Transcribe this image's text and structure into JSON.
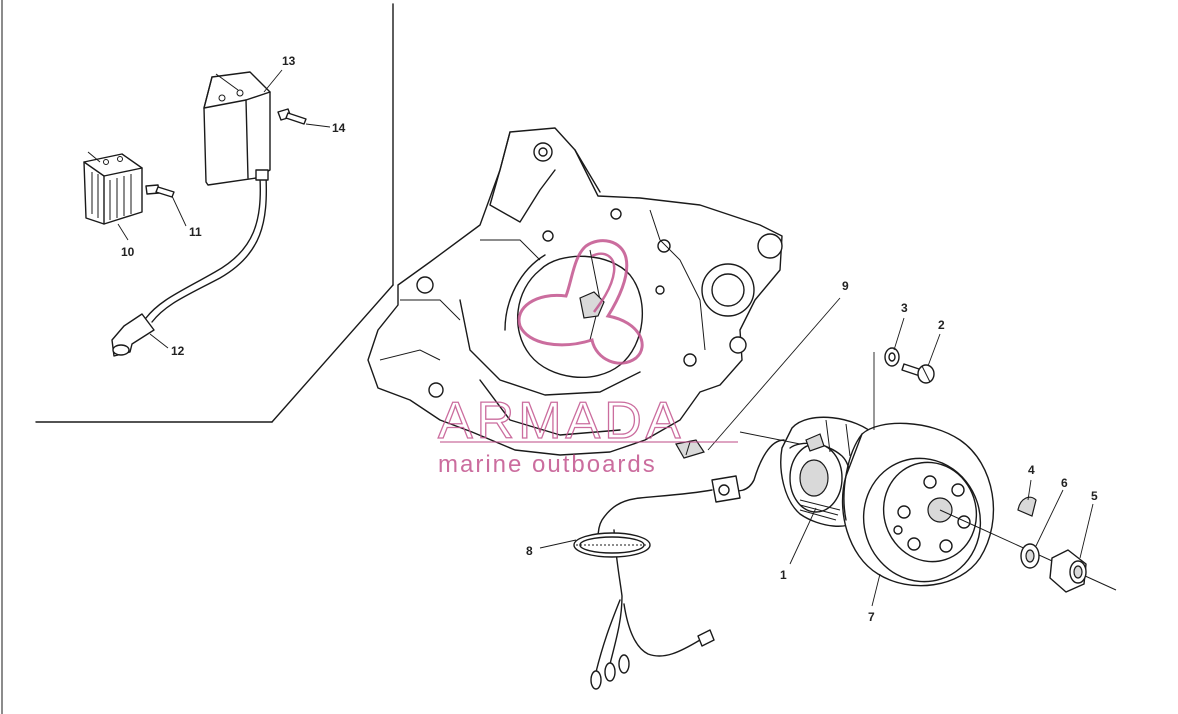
{
  "callouts": {
    "n1": "1",
    "n2": "2",
    "n3": "3",
    "n4": "4",
    "n5": "5",
    "n6": "6",
    "n7": "7",
    "n8": "8",
    "n9": "9",
    "n10": "10",
    "n11": "11",
    "n12": "12",
    "n13": "13",
    "n14": "14"
  },
  "watermark": {
    "brand": "ARMADA",
    "subtitle": "marine outboards",
    "color": "#c2548e"
  }
}
